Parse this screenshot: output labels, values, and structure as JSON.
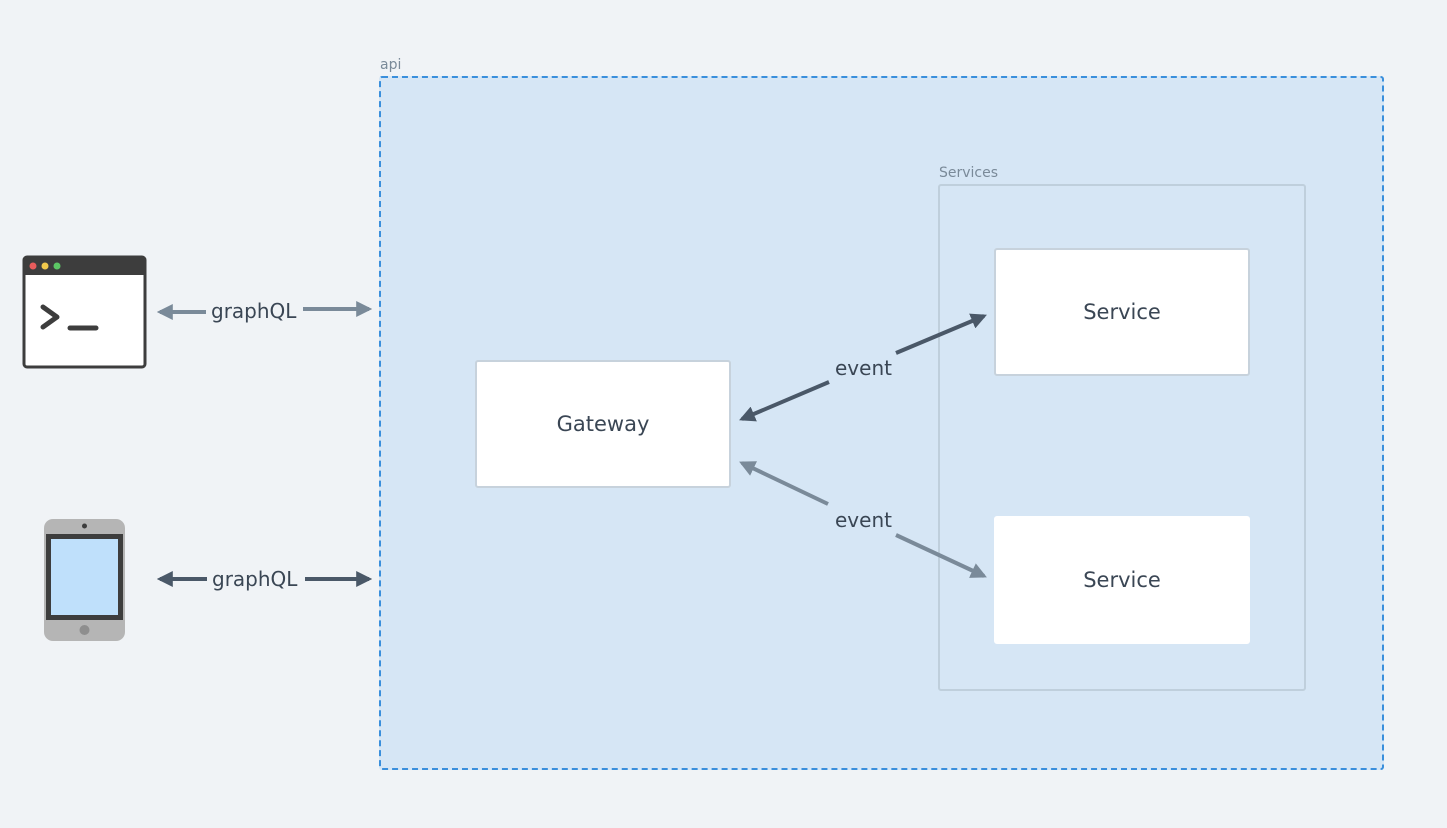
{
  "groups": {
    "api_label": "api",
    "services_label": "Services"
  },
  "nodes": {
    "gateway": "Gateway",
    "service_1": "Service",
    "service_2": "Service"
  },
  "edges": {
    "terminal_link": "graphQL",
    "mobile_link": "graphQL",
    "event_1": "event",
    "event_2": "event"
  },
  "colors": {
    "api_border": "#3a8fdc",
    "api_fill": "#d6e6f5",
    "dark_arrow": "#4a5868",
    "light_arrow": "#7a8a99"
  },
  "icons": {
    "terminal": "terminal-window-icon",
    "mobile": "mobile-device-icon"
  }
}
